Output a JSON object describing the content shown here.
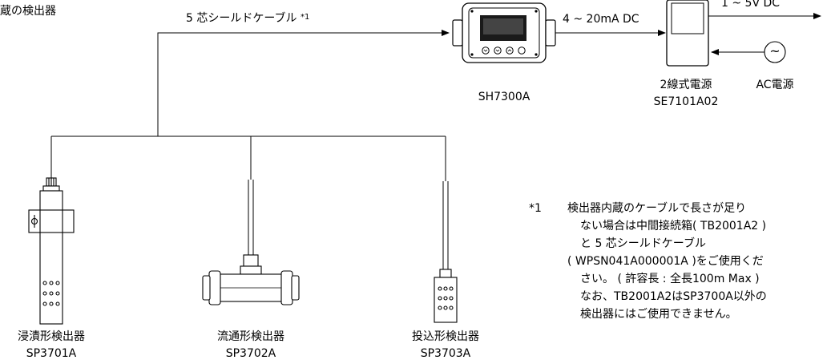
{
  "top_left_label": "蔵の検出器",
  "cable": {
    "label": "5 芯シールドケーブル",
    "note_mark": "*1"
  },
  "converter": {
    "model": "SH7300A"
  },
  "signal_out": "4 ~ 20mA DC",
  "signal_final": "1 ~ 5V DC",
  "power_supply": {
    "name": "2線式電源",
    "model": "SE7101A02"
  },
  "ac_source": {
    "symbol": "~",
    "label": "AC電源"
  },
  "sensors": [
    {
      "name": "浸漬形検出器",
      "model": "SP3701A"
    },
    {
      "name": "流通形検出器",
      "model": "SP3702A"
    },
    {
      "name": "投込形検出器",
      "model": "SP3703A"
    }
  ],
  "note": {
    "mark": "*1",
    "lines": [
      "検出器内蔵のケーブルで長さが足り",
      "ない場合は中間接続箱( TB2001A2 )",
      "と 5 芯シールドケーブル",
      "( WPSN041A000001A )をご使用くだ",
      "さい。 ( 許容長 : 全長100m  Max )",
      "なお、TB2001A2はSP3700A以外の",
      "検出器にはご使用できません。"
    ]
  },
  "colors": {
    "line": "#000000",
    "display": "#1a1a1a",
    "body": "#ffffff"
  }
}
